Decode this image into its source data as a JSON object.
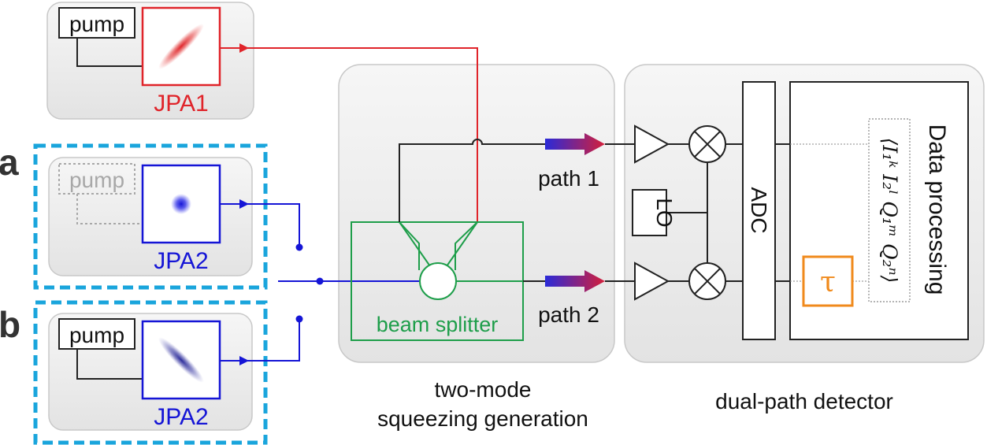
{
  "blocks": {
    "jpa1": {
      "pump_label": "pump",
      "jpa_label": "JPA1"
    },
    "config_a": {
      "marker": "a",
      "pump_label": "pump",
      "jpa_label": "JPA2"
    },
    "config_b": {
      "marker": "b",
      "pump_label": "pump",
      "jpa_label": "JPA2"
    }
  },
  "generation": {
    "beam_splitter_label": "beam splitter",
    "path1_label": "path 1",
    "path2_label": "path 2",
    "caption_line1": "two-mode",
    "caption_line2": "squeezing generation"
  },
  "detector": {
    "lo_label": "LO",
    "adc_label": "ADC",
    "tau_label": "τ",
    "data_processing_label": "Data processing",
    "moment_expression": "⟨I₁ᵏ I₂ˡ Q₁ᵐ Q₂ⁿ⟩",
    "caption": "dual-path detector"
  },
  "colors": {
    "jpa1": "#e0242a",
    "jpa2": "#1515d6",
    "beam_splitter": "#1e9e4a",
    "tau": "#f08a1c",
    "dashed_frame": "#1aa5dc",
    "panel": "#e9e9e9",
    "pump_inactive": "#a8a8a8"
  }
}
